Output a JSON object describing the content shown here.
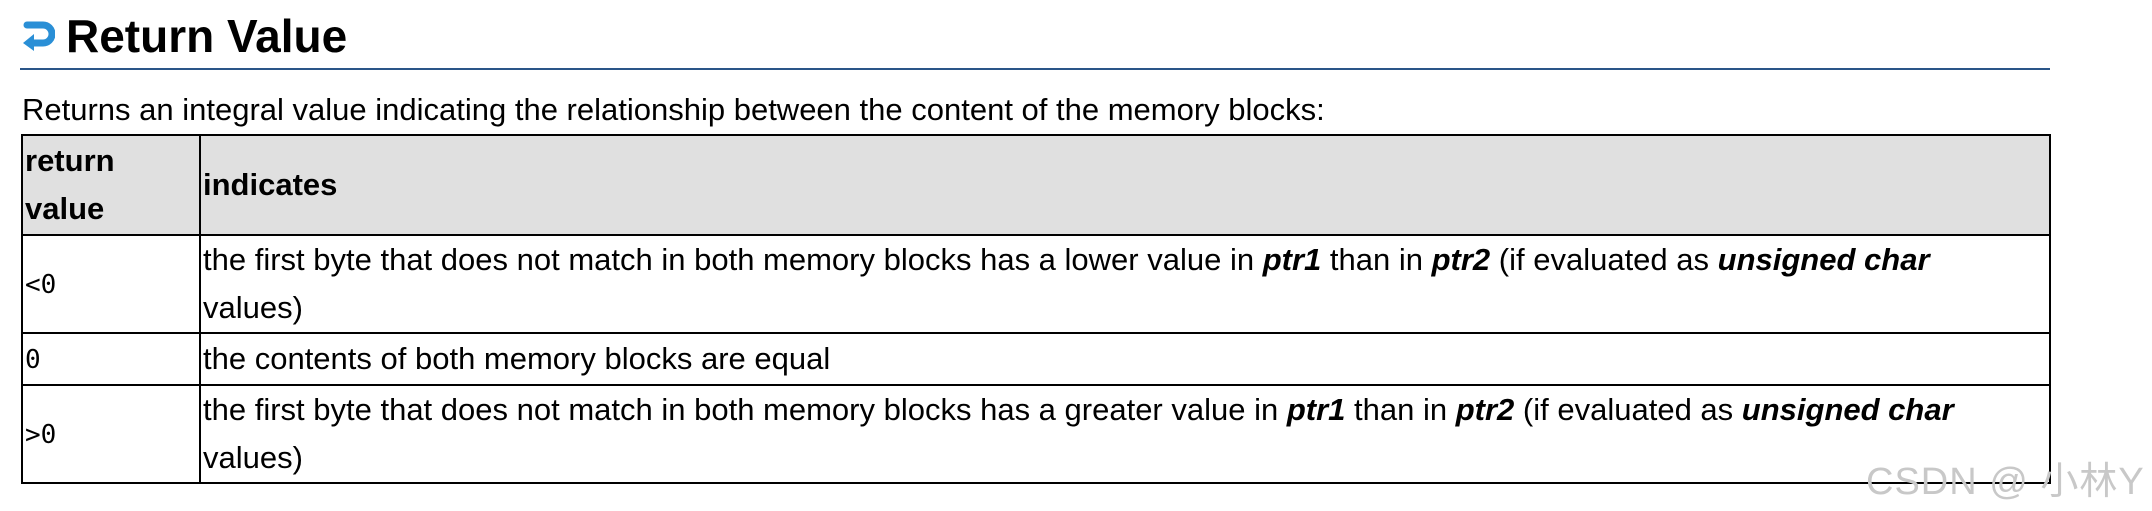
{
  "heading": {
    "icon": "return-arrow-icon",
    "title": "Return Value"
  },
  "intro": "Returns an integral value indicating the relationship between the content of the memory blocks:",
  "table": {
    "headers": [
      "return value",
      "indicates"
    ],
    "rows": [
      {
        "value": "<0",
        "desc_a": "the first byte that does not match in both memory blocks has a lower value in ",
        "em1": "ptr1",
        "desc_b": " than in ",
        "em2": "ptr2",
        "desc_c": " (if evaluated as ",
        "em3": "unsigned char",
        "desc_d": " values)"
      },
      {
        "value": "0",
        "desc": "the contents of both memory blocks are equal"
      },
      {
        "value": ">0",
        "desc_a": "the first byte that does not match in both memory blocks has a greater value in ",
        "em1": "ptr1",
        "desc_b": " than in ",
        "em2": "ptr2",
        "desc_c": " (if evaluated as ",
        "em3": "unsigned char",
        "desc_d": " values)"
      }
    ]
  },
  "watermark": "CSDN @ 小林Y",
  "colors": {
    "heading_rule": "#2a5588",
    "icon_blue": "#2a8fd6",
    "header_bg": "#e0e0e0"
  }
}
